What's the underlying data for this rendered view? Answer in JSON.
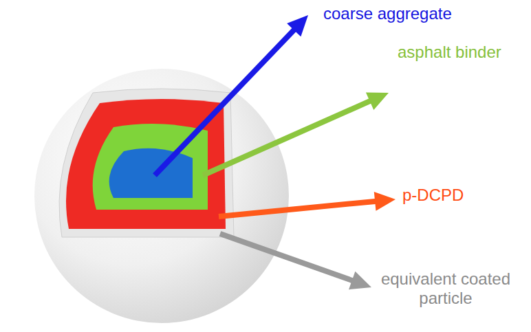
{
  "diagram": {
    "labels": [
      "coarse aggregate",
      "asphalt binder",
      "p-DCPD",
      "equivalent coated particle"
    ]
  }
}
